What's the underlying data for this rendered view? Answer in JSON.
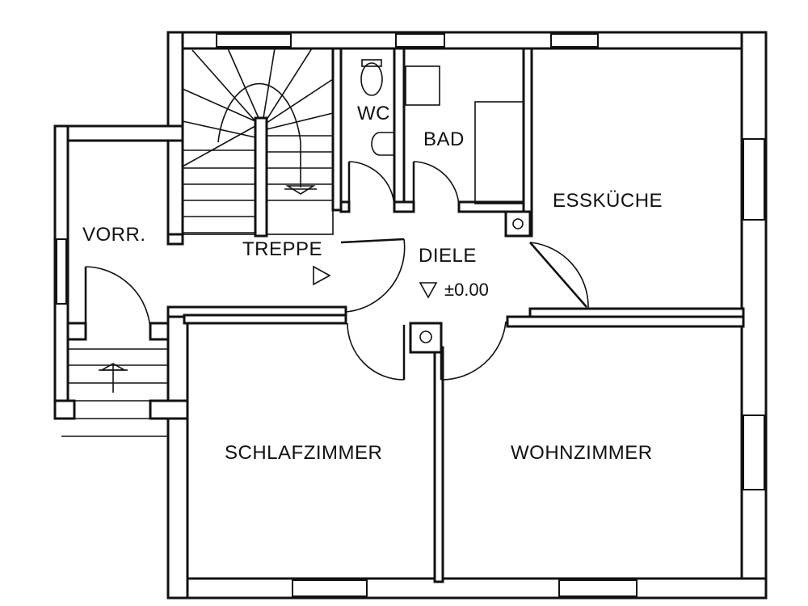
{
  "rooms": {
    "wc": "WC",
    "bad": "BAD",
    "esskueche": "ESSKÜCHE",
    "vorr": "VORR.",
    "treppe": "TREPPE",
    "diele": "DIELE",
    "level": "±0.00",
    "schlafzimmer": "SCHLAFZIMMER",
    "wohnzimmer": "WOHNZIMMER"
  }
}
